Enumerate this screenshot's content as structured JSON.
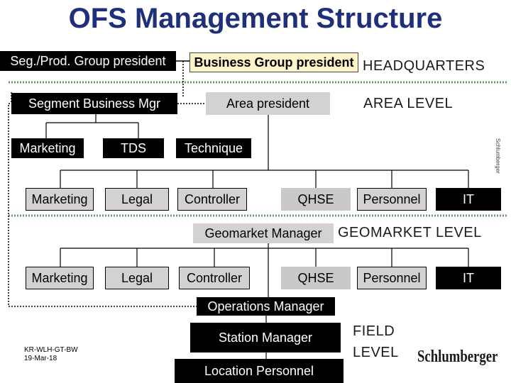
{
  "title": "OFS Management Structure",
  "colors": {
    "title": "#1f2f7a",
    "box_dark": "#000000",
    "box_gray": "#d2d2d2",
    "box_highlight": "#fff3c8",
    "level_divider": "#6a9a6a"
  },
  "headquarters": {
    "seg_prod_president": "Seg./Prod. Group president",
    "business_group_president": "Business Group president",
    "level_label": "HEADQUARTERS"
  },
  "area": {
    "segment_business_mgr": "Segment Business Mgr",
    "area_president": "Area president",
    "level_label": "AREA LEVEL",
    "row1": {
      "marketing": "Marketing",
      "tds": "TDS",
      "technique": "Technique"
    },
    "row2": {
      "marketing": "Marketing",
      "legal": "Legal",
      "controller": "Controller",
      "qhse": "QHSE",
      "personnel": "Personnel",
      "it": "IT"
    }
  },
  "geomarket": {
    "manager": "Geomarket Manager",
    "level_label": "GEOMARKET LEVEL",
    "row": {
      "marketing": "Marketing",
      "legal": "Legal",
      "controller": "Controller",
      "qhse": "QHSE",
      "personnel": "Personnel",
      "it": "IT"
    }
  },
  "field": {
    "operations_manager": "Operations Manager",
    "station_manager": "Station Manager",
    "location_personnel": "Location Personnel",
    "level_label_line1": "FIELD",
    "level_label_line2": "LEVEL"
  },
  "footer": {
    "doc_code": "KR-WLH-GT-BW",
    "date": "19-Mar-18"
  },
  "logo_text": "Schlumberger",
  "side_text": "Schlumberger"
}
